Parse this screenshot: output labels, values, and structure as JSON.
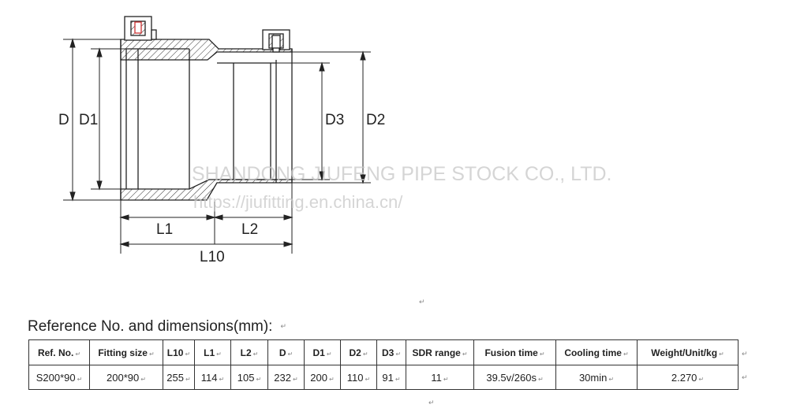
{
  "drawing": {
    "dimension_labels": {
      "D": "D",
      "D1": "D1",
      "D2": "D2",
      "D3": "D3",
      "L1": "L1",
      "L2": "L2",
      "L10": "L10"
    },
    "watermark": {
      "company": "SHANDONG JIUFENG PIPE STOCK CO., LTD.",
      "url": "https://jiufitting.en.china.cn/"
    },
    "paragraph_mark": "↵"
  },
  "reference": {
    "heading": "Reference No. and dimensions(mm):",
    "columns": [
      "Ref. No.",
      "Fitting size",
      "L10",
      "L1",
      "L2",
      "D",
      "D1",
      "D2",
      "D3",
      "SDR range",
      "Fusion time",
      "Cooling time",
      "Weight/Unit/kg"
    ],
    "rows": [
      [
        "S200*90",
        "200*90",
        "255",
        "114",
        "105",
        "232",
        "200",
        "110",
        "91",
        "11",
        "39.5v/260s",
        "30min",
        "2.270"
      ]
    ]
  }
}
